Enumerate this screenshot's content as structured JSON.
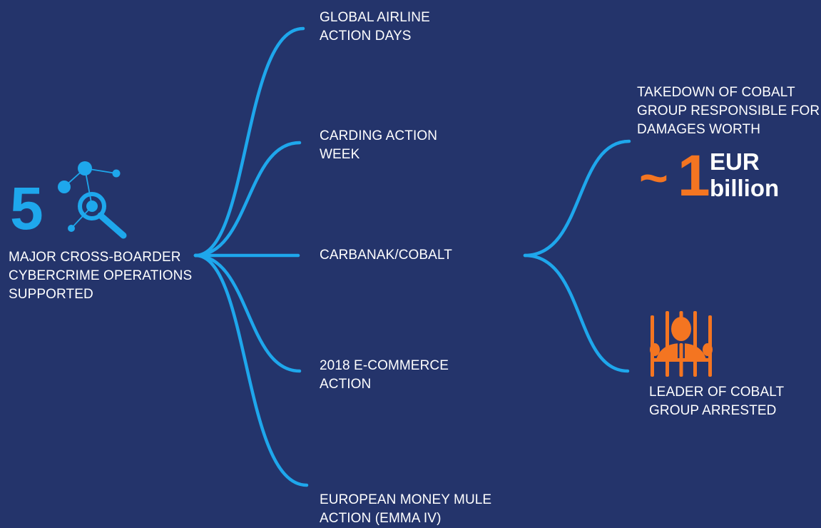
{
  "colors": {
    "background": "#24346b",
    "connector": "#1ea7ec",
    "accent_orange": "#f47521",
    "text": "#ffffff"
  },
  "summary": {
    "count": "5",
    "lines": [
      "MAJOR CROSS-BOARDER",
      "CYBERCRIME OPERATIONS",
      "SUPPORTED"
    ],
    "icon": "network-magnifier-icon"
  },
  "operations": [
    {
      "lines": [
        "GLOBAL AIRLINE",
        "ACTION DAYS"
      ]
    },
    {
      "lines": [
        "CARDING ACTION",
        "WEEK"
      ]
    },
    {
      "lines": [
        "CARBANAK/COBALT"
      ]
    },
    {
      "lines": [
        "2018 E-COMMERCE",
        "ACTION"
      ]
    },
    {
      "lines": [
        "EUROPEAN MONEY MULE",
        "ACTION (EMMA IV)"
      ]
    }
  ],
  "outcomes": {
    "takedown": {
      "lines": [
        "TAKEDOWN OF COBALT",
        "GROUP RESPONSIBLE FOR",
        "DAMAGES WORTH"
      ],
      "approx": "~",
      "amount": "1",
      "unit_lines": [
        "EUR",
        "billion"
      ]
    },
    "arrest": {
      "lines": [
        "LEADER OF COBALT",
        "GROUP ARRESTED"
      ],
      "icon": "prisoner-behind-bars-icon"
    }
  }
}
